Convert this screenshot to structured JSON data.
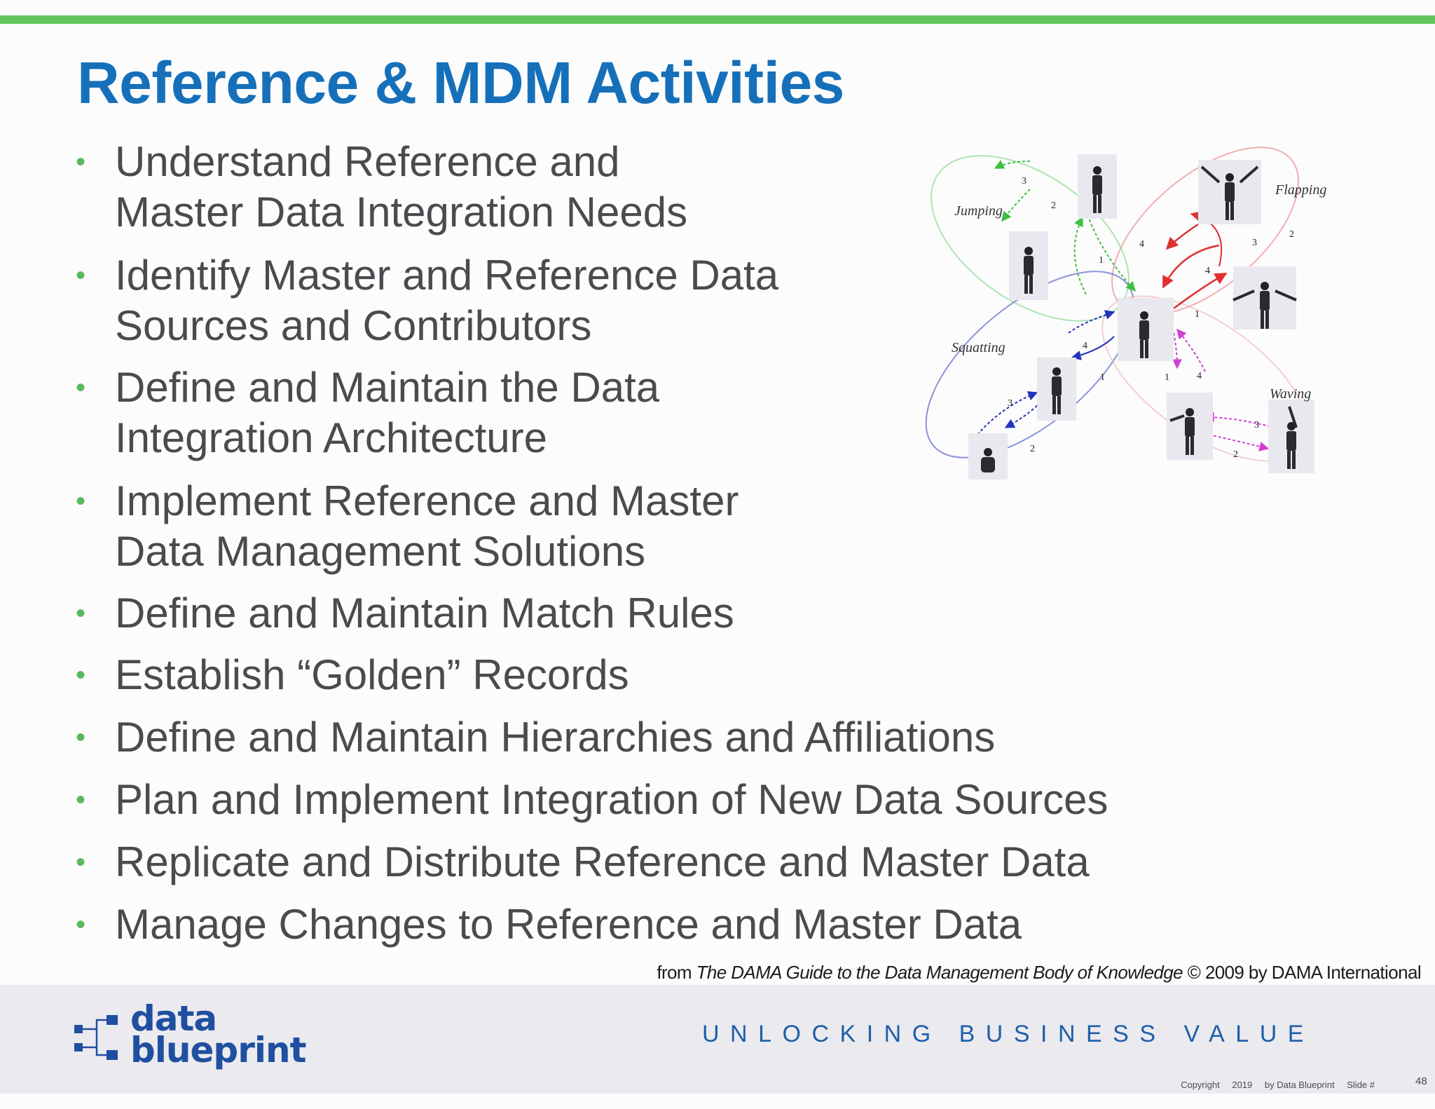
{
  "slide": {
    "title": "Reference & MDM Activities",
    "bullets": [
      {
        "lines": [
          "Understand Reference and",
          "Master Data Integration Needs"
        ]
      },
      {
        "lines": [
          "Identify Master and Reference Data",
          "Sources and Contributors"
        ]
      },
      {
        "lines": [
          "Define and Maintain the Data",
          "Integration Architecture"
        ]
      },
      {
        "lines": [
          "Implement Reference and Master",
          "Data Management Solutions"
        ]
      },
      {
        "lines": [
          "Define and Maintain Match Rules"
        ]
      },
      {
        "lines": [
          "Establish “Golden” Records"
        ]
      },
      {
        "lines": [
          "Define and Maintain Hierarchies and Affiliations"
        ]
      },
      {
        "lines": [
          "Plan and Implement Integration of New Data Sources"
        ]
      },
      {
        "lines": [
          "Replicate and Distribute Reference and Master Data"
        ]
      },
      {
        "lines": [
          "Manage Changes to Reference and Master Data"
        ]
      }
    ],
    "bullet_glyph": "•",
    "citation": {
      "prefix": "from ",
      "book_title": "The DAMA Guide to the Data Management Body of Knowledge",
      "suffix": " © 2009 by DAMA International"
    }
  },
  "figure": {
    "labels": {
      "jumping": "Jumping",
      "flapping": "Flapping",
      "squatting": "Squatting",
      "waving": "Waving"
    },
    "step_numbers": {
      "jumping": [
        "1",
        "2",
        "3",
        "4"
      ],
      "flapping": [
        "1",
        "2",
        "3",
        "4"
      ],
      "squatting": [
        "1",
        "2",
        "3",
        "4"
      ],
      "waving": [
        "1",
        "2",
        "3",
        "4"
      ]
    },
    "colors": {
      "jumping": "#3fbf3f",
      "flapping": "#e03030",
      "squatting": "#2233bb",
      "waving": "#d040d0"
    }
  },
  "footer": {
    "logo": {
      "line1": "data",
      "line2": "blueprint"
    },
    "tagline": "UNLOCKING BUSINESS VALUE",
    "copyright": {
      "label": "Copyright",
      "year": "2019",
      "owner": "by Data Blueprint",
      "slide_label": "Slide #"
    },
    "slide_number": "48"
  },
  "colors": {
    "accent_green": "#63c35e",
    "title_blue": "#1670b9",
    "body_text": "#4b4b4f",
    "logo_blue": "#1f4fa0"
  }
}
